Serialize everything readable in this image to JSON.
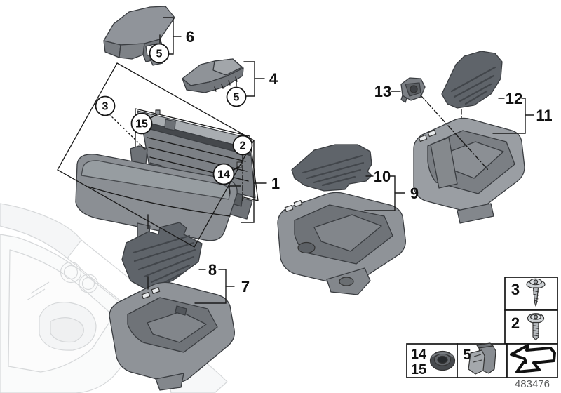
{
  "diagram": {
    "footer_number": "483476",
    "colors": {
      "line": "#1a1a1a",
      "part_fill": "#8f9398",
      "mat_fill": "#5f646a",
      "ghost_console": "#c9cdd0",
      "footer_text": "#58595a"
    },
    "callouts": {
      "part1": "1",
      "part4": "4",
      "part6": "6",
      "part7": "7",
      "part8": "8",
      "part9": "9",
      "part10": "10",
      "part11": "11",
      "part12": "12",
      "part13": "13",
      "screw2": "2",
      "screw3": "3",
      "clip5_cover": "5",
      "clip5_trim": "5",
      "grommet14": "14",
      "grommet15": "15"
    },
    "legend": {
      "screw3_label": "3",
      "screw2_label": "2",
      "grommet14_label": "14",
      "grommet15_label": "15",
      "clip5_label": "5",
      "symbols": [
        "washer-head-screw-icon",
        "pan-head-screw-icon",
        "grommet-icon",
        "spring-clip-icon",
        "direction-arrow-icon"
      ]
    }
  }
}
